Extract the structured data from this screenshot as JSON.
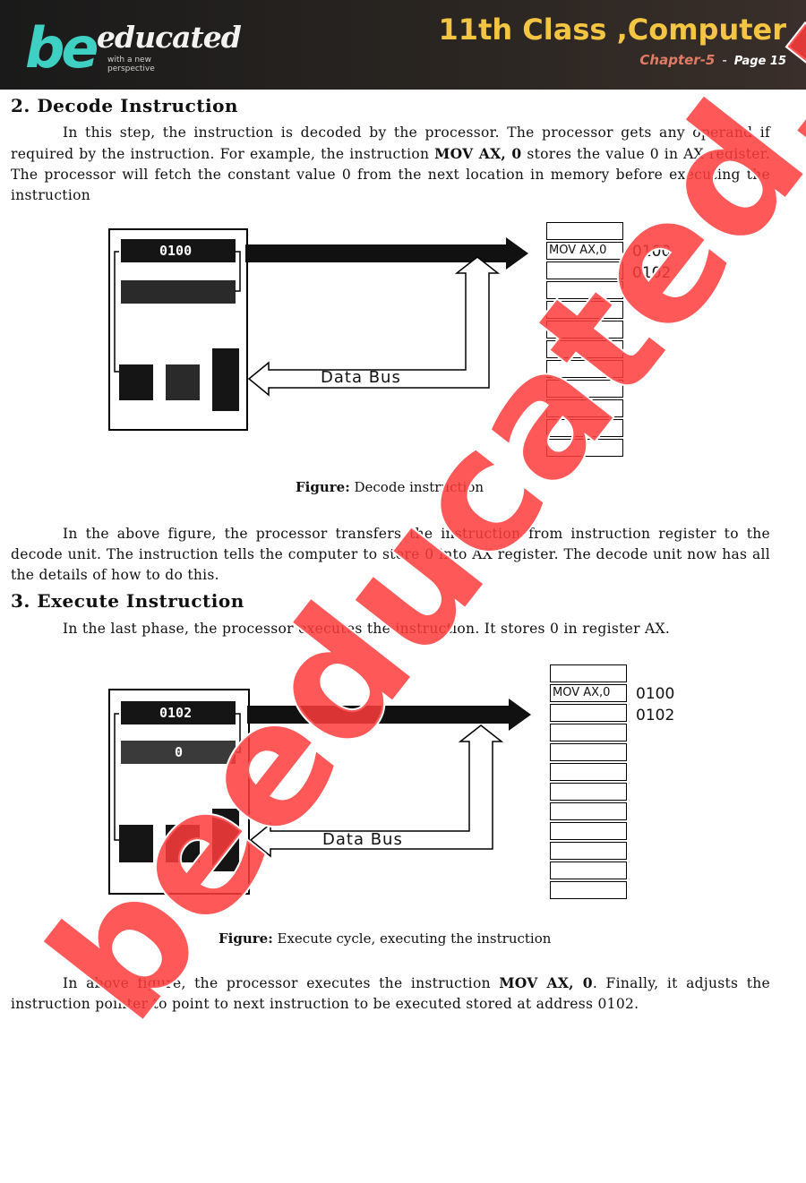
{
  "header": {
    "brand_be": "be",
    "brand_rest": "educated",
    "tagline": "with a new perspective",
    "title": "11th Class ,Computer",
    "chapter": "Chapter-5",
    "dash": "-",
    "page": "Page 15"
  },
  "section_decode": {
    "heading": "2. Decode Instruction",
    "para1_a": "In this step, the instruction is decoded by the processor. The processor gets any operand if required by the instruction. For example, the instruction ",
    "para1_code": "MOV AX, 0",
    "para1_b": " stores the value 0 in AX register. The processor will fetch the constant value 0 from the next location in memory before executing the instruction",
    "figure": {
      "reg1_text": "0100",
      "memory_first": "MOV AX,0",
      "addr1": "0100",
      "addr2": "0102",
      "bus_label": "Data Bus"
    },
    "caption_label": "Figure:",
    "caption_text": " Decode instruction",
    "para2": "In the above figure, the processor transfers the instruction from instruction register to the decode unit. The instruction tells the computer to store 0 into AX register. The decode unit now has all the details of how to do this."
  },
  "section_execute": {
    "heading": "3. Execute Instruction",
    "para1": "In the last phase, the processor executes the instruction. It stores 0 in register AX.",
    "figure": {
      "reg1_text": "0102",
      "reg2_text": "0",
      "memory_first": "MOV AX,0",
      "addr1": "0100",
      "addr2": "0102",
      "bus_label": "Data Bus"
    },
    "caption_label": "Figure:",
    "caption_text": " Execute cycle, executing the instruction",
    "para2_a": "In above figure, the processor executes the instruction ",
    "para2_code": "MOV AX, 0",
    "para2_b": ". Finally, it adjusts the instruction pointer to point to next instruction to be executed stored at address 0102."
  },
  "watermark": {
    "text": "beeducated.pk",
    "color": "#ff3b3b"
  },
  "colors": {
    "header_bg": "#231f1c",
    "title": "#f4c542",
    "chapter": "#e07b64",
    "brand": "#3fd0c4"
  }
}
